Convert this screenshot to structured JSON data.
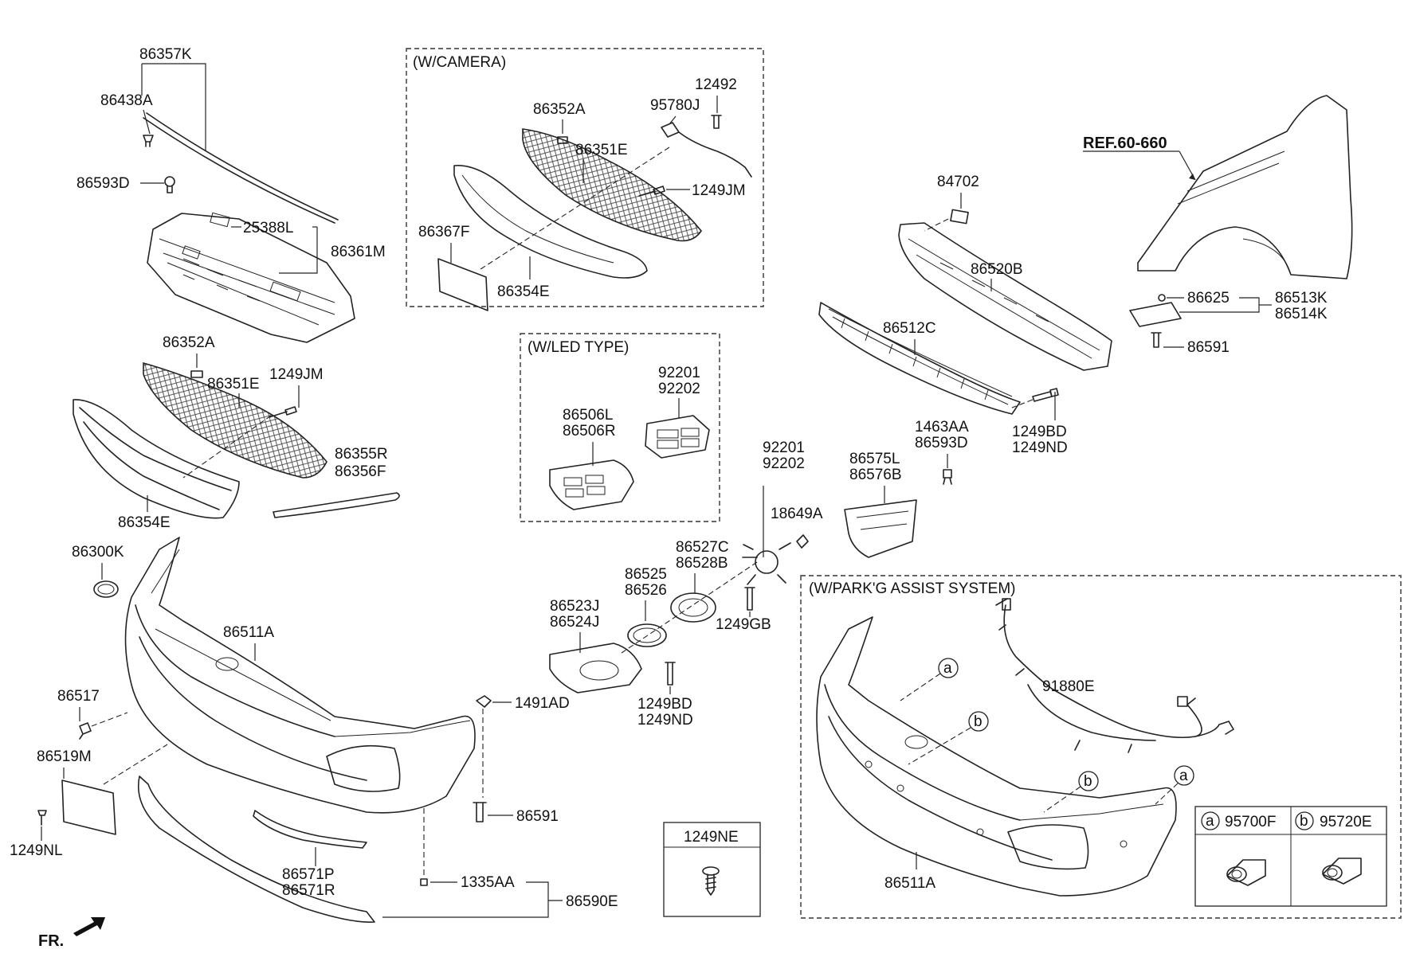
{
  "boxes": {
    "camera": "(W/CAMERA)",
    "led": "(W/LED TYPE)",
    "park": "(W/PARK'G ASSIST SYSTEM)"
  },
  "reference": "REF.60-660",
  "direction": "FR.",
  "labels": {
    "p86357K": "86357K",
    "p86438A": "86438A",
    "p86593D": "86593D",
    "p25388L": "25388L",
    "p86361M": "86361M",
    "p86352A_main": "86352A",
    "p86351E_main": "86351E",
    "p1249JM_main": "1249JM",
    "p86355R": "86355R",
    "p86356F": "86356F",
    "p86354E_main": "86354E",
    "p86300K": "86300K",
    "p86511A_main": "86511A",
    "p86517": "86517",
    "p86519M": "86519M",
    "p1249NL": "1249NL",
    "p86571P": "86571P",
    "p86571R": "86571R",
    "p1491AD": "1491AD",
    "p86591_bottom": "86591",
    "p1335AA": "1335AA",
    "p86590E": "86590E",
    "cam_86352A": "86352A",
    "cam_95780J": "95780J",
    "cam_12492": "12492",
    "cam_86351E": "86351E",
    "cam_1249JM": "1249JM",
    "cam_86367F": "86367F",
    "cam_86354E": "86354E",
    "led_92201": "92201",
    "led_92202": "92202",
    "led_86506L": "86506L",
    "led_86506R": "86506R",
    "p92201": "92201",
    "p92202": "92202",
    "p18649A": "18649A",
    "p86527C": "86527C",
    "p86528B": "86528B",
    "p86525": "86525",
    "p86526": "86526",
    "p86523J": "86523J",
    "p86524J": "86524J",
    "p1249GB": "1249GB",
    "p1249BD_mid": "1249BD",
    "p1249ND_mid": "1249ND",
    "p84702": "84702",
    "p86520B": "86520B",
    "p86512C": "86512C",
    "p1463AA": "1463AA",
    "p86593D_mid": "86593D",
    "p1249BD_right": "1249BD",
    "p1249ND_right": "1249ND",
    "p86575L": "86575L",
    "p86576B": "86576B",
    "p86625": "86625",
    "p86513K": "86513K",
    "p86514K": "86514K",
    "p86591_right": "86591",
    "park_91880E": "91880E",
    "park_86511A": "86511A",
    "callout_a": "a",
    "callout_b": "b"
  },
  "legend": {
    "a_code": "95700F",
    "b_code": "95720E"
  },
  "screw_box": {
    "code": "1249NE"
  }
}
